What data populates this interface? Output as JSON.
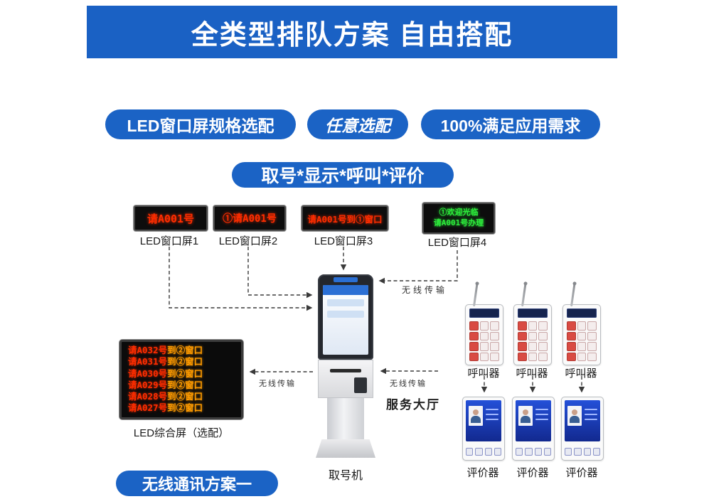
{
  "colors": {
    "accent_blue": "#1b63c5",
    "banner_blue": "#1a61c4",
    "led_red": "#ff2d00",
    "led_orange": "#ff9b00",
    "led_green": "#2def3c"
  },
  "banner": {
    "title": "全类型排队方案 自由搭配"
  },
  "pills": {
    "spec": "LED窗口屏规格选配",
    "optional": "任意选配",
    "satisfy": "100%满足应用需求",
    "flow": "取号*显示*呼叫*评价",
    "bottom": "无线通讯方案一"
  },
  "led_window_screens": [
    {
      "display": "请A001号",
      "label": "LED窗口屏1"
    },
    {
      "display": "①请A001号",
      "label": "LED窗口屏2"
    },
    {
      "display": "请A001号到①窗口",
      "label": "LED窗口屏3"
    },
    {
      "line1": "①欢迎光临",
      "line2": "请A001号办理",
      "label": "LED窗口屏4"
    }
  ],
  "comprehensive_screen": {
    "label": "LED综合屏（选配）",
    "lines": [
      {
        "left": "请A032号",
        "right": "到②窗口"
      },
      {
        "left": "请A031号",
        "right": "到②窗口"
      },
      {
        "left": "请A030号",
        "right": "到②窗口"
      },
      {
        "left": "请A029号",
        "right": "到②窗口"
      },
      {
        "left": "请A028号",
        "right": "到②窗口"
      },
      {
        "left": "请A027号",
        "right": "到②窗口"
      }
    ]
  },
  "kiosk": {
    "label": "取号机"
  },
  "caller": {
    "label": "呼叫器"
  },
  "evaluator": {
    "label": "评价器"
  },
  "annotations": {
    "wireless_top": "无线传输",
    "wireless_left": "无线传输",
    "wireless_right": "无线传输",
    "service_hall": "服务大厅"
  }
}
